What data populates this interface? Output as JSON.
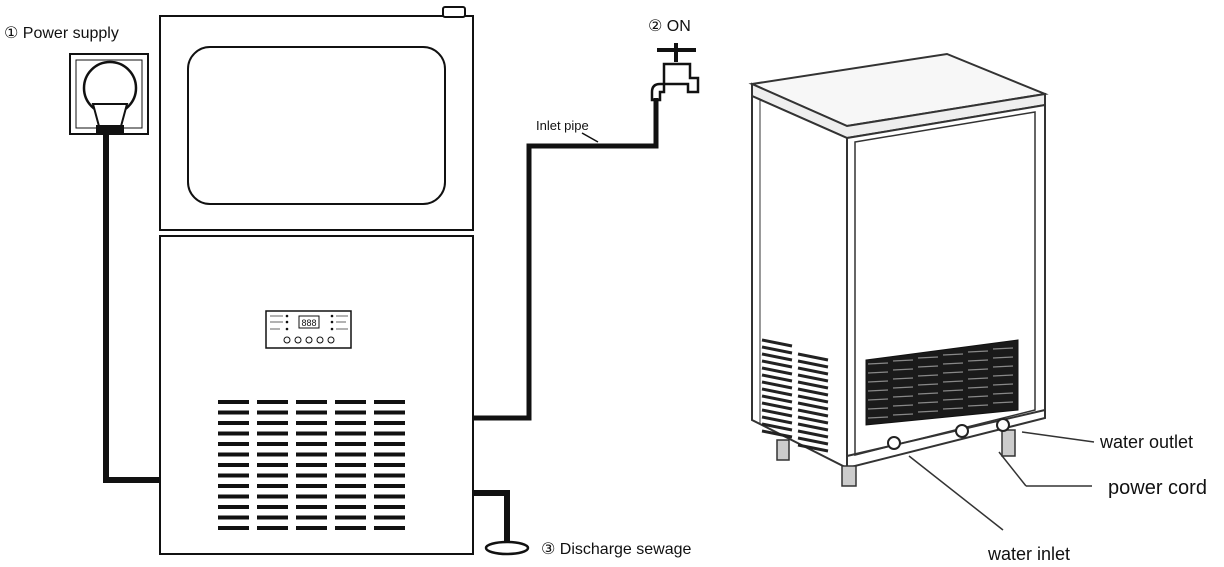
{
  "labels": {
    "power_supply": "① Power supply",
    "on": "② ON",
    "inlet_pipe": "Inlet pipe",
    "discharge_sewage": "③ Discharge sewage",
    "water_outlet": "water outlet",
    "power_cord": "power cord",
    "water_inlet": "water inlet"
  },
  "panel": {
    "display": "888"
  }
}
